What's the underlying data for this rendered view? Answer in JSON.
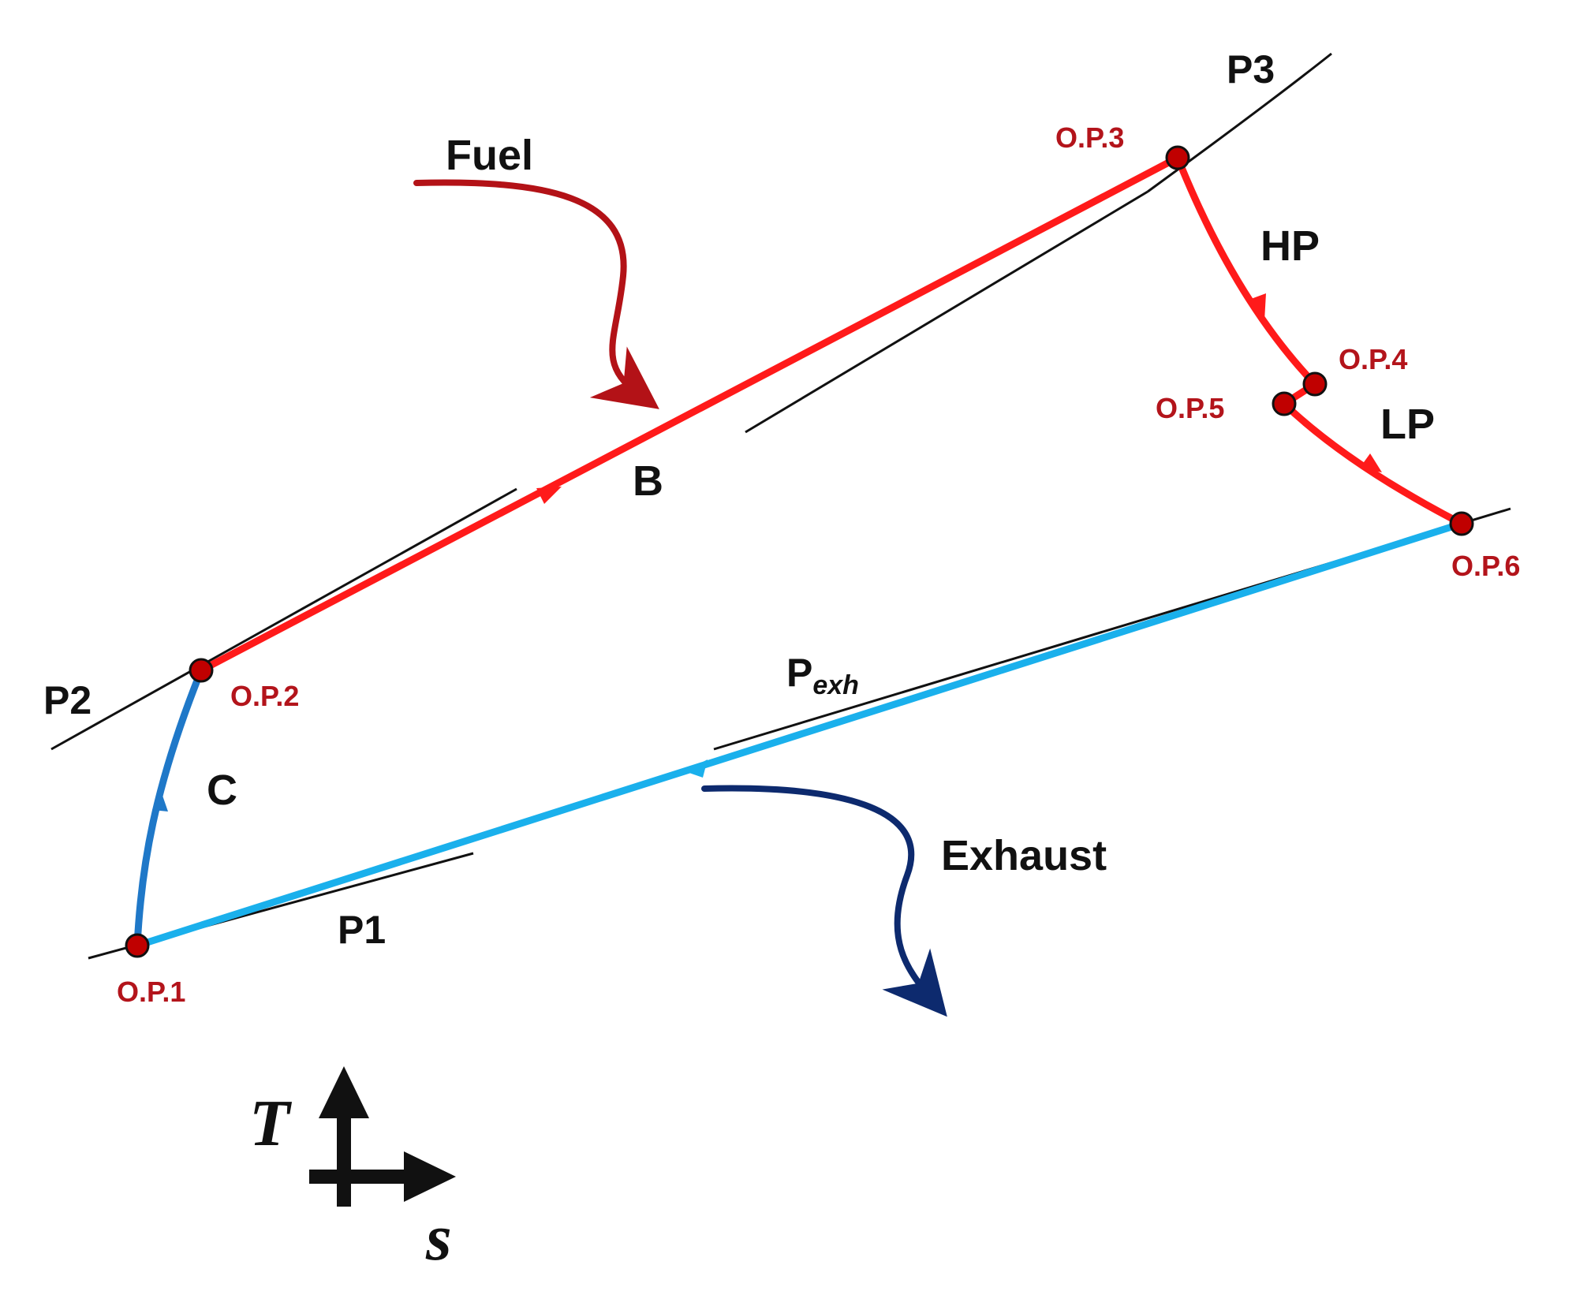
{
  "labels": {
    "p1": "P1",
    "p2": "P2",
    "p3": "P3",
    "p_exh_main": "P",
    "p_exh_sub": "exh",
    "fuel": "Fuel",
    "exhaust": "Exhaust",
    "burner": "B",
    "compressor": "C",
    "hp_turbine": "HP",
    "lp_turbine": "LP"
  },
  "points": {
    "op1": "O.P.1",
    "op2": "O.P.2",
    "op3": "O.P.3",
    "op4": "O.P.4",
    "op5": "O.P.5",
    "op6": "O.P.6"
  },
  "axes": {
    "vertical": "T",
    "horizontal": "s"
  },
  "colors": {
    "hot_path": "#ff1a1a",
    "compression": "#1f78c8",
    "exhaust_path": "#1ab0ec",
    "fuel_arrow": "#b31217",
    "exhaust_arrow": "#0d2a6e",
    "point_fill": "#c00000",
    "point_label": "#b3141b",
    "isobar": "#111111"
  }
}
